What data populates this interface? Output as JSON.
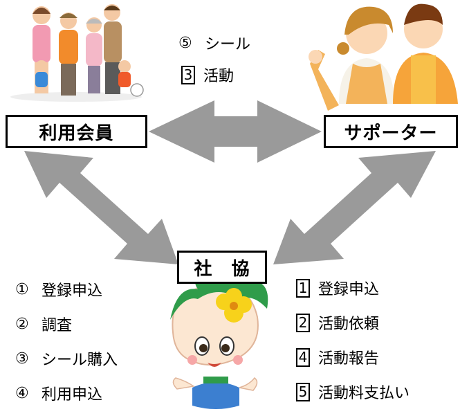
{
  "nodes": {
    "members": "利用会員",
    "supporter": "サポーター",
    "shakyo": "社　協"
  },
  "top_steps": [
    {
      "marker": "⑤",
      "text": "シール"
    },
    {
      "marker": "3",
      "text": "活動"
    }
  ],
  "left_steps": [
    {
      "marker": "①",
      "text": "登録申込"
    },
    {
      "marker": "②",
      "text": "調査"
    },
    {
      "marker": "③",
      "text": "シール購入"
    },
    {
      "marker": "④",
      "text": "利用申込"
    }
  ],
  "right_steps": [
    {
      "marker": "1",
      "text": "登録申込"
    },
    {
      "marker": "2",
      "text": "活動依頼"
    },
    {
      "marker": "4",
      "text": "活動報告"
    },
    {
      "marker": "5",
      "text": "活動料支払い"
    }
  ],
  "colors": {
    "arrow": "#9a9a9a",
    "border": "#000000"
  },
  "illustrations": [
    "family-illustration",
    "supporters-illustration",
    "mascot-illustration"
  ]
}
